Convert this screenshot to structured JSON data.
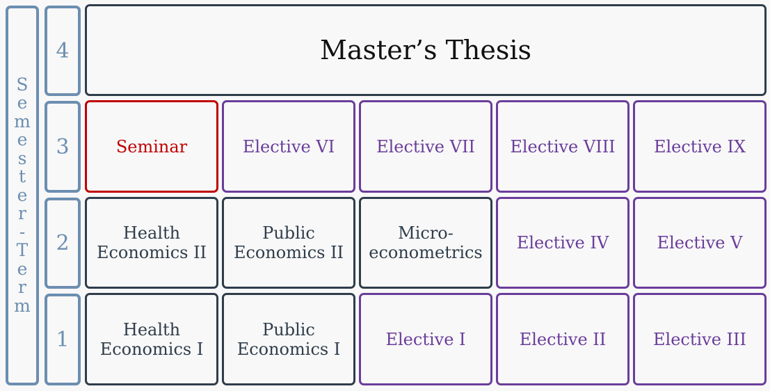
{
  "axis_title": [
    "S",
    "e",
    "m",
    "e",
    "s",
    "t",
    "e",
    "r",
    "-",
    "T",
    "e",
    "r",
    "m"
  ],
  "semesters": [
    "4",
    "3",
    "2",
    "1"
  ],
  "rows": {
    "sem4": [
      {
        "label": "Master’s Thesis",
        "type": "thesis"
      }
    ],
    "sem3": [
      {
        "label": "Seminar",
        "type": "seminar"
      },
      {
        "label": "Elective VI",
        "type": "elective"
      },
      {
        "label": "Elective VII",
        "type": "elective"
      },
      {
        "label": "Elective VIII",
        "type": "elective"
      },
      {
        "label": "Elective IX",
        "type": "elective"
      }
    ],
    "sem2": [
      {
        "label": "Health\nEconomics II",
        "type": "core"
      },
      {
        "label": "Public\nEconomics II",
        "type": "core"
      },
      {
        "label": "Micro-\neconometrics",
        "type": "core"
      },
      {
        "label": "Elective IV",
        "type": "elective"
      },
      {
        "label": "Elective V",
        "type": "elective"
      }
    ],
    "sem1": [
      {
        "label": "Health\nEconomics I",
        "type": "core"
      },
      {
        "label": "Public\nEconomics I",
        "type": "core"
      },
      {
        "label": "Elective I",
        "type": "elective"
      },
      {
        "label": "Elective II",
        "type": "elective"
      },
      {
        "label": "Elective III",
        "type": "elective"
      }
    ]
  },
  "colors": {
    "axis": "#6c8eb0",
    "core": "#2f3d4b",
    "elective": "#6a3d9a",
    "seminar": "#c00000",
    "background": "#f8f8f8"
  }
}
